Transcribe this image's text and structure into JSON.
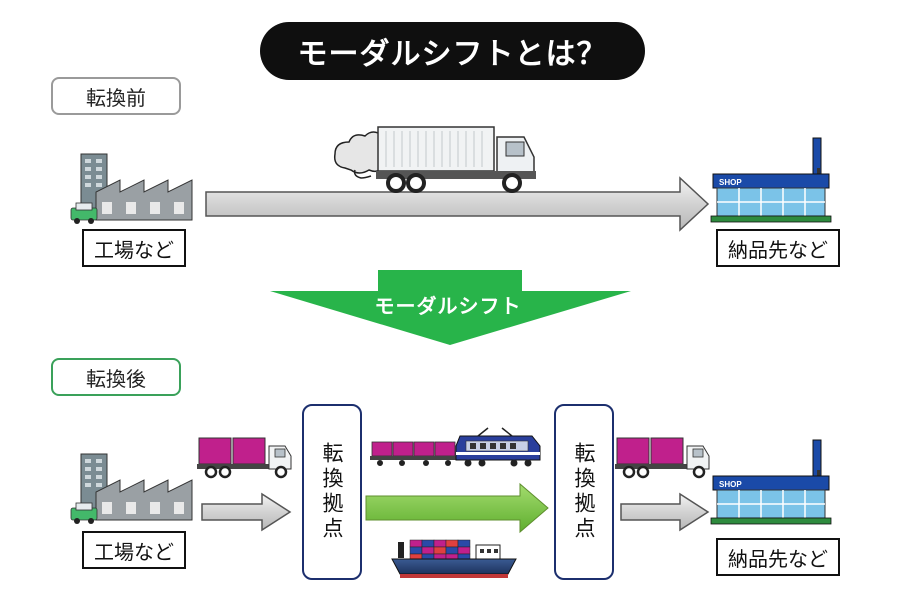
{
  "title": "モーダルシフトとは？",
  "before": {
    "tag": "転換前",
    "origin_label": "工場など",
    "destination_label": "納品先など"
  },
  "transition": {
    "label": "モーダルシフト"
  },
  "after": {
    "tag": "転換後",
    "origin_label": "工場など",
    "hub_left": "転換拠点",
    "hub_right": "転換拠点",
    "destination_label": "納品先など"
  },
  "icons": {
    "shop_sign": "SHOP"
  },
  "colors": {
    "title_bg": "#0f0f0f",
    "tag_before_border": "#9a9a9a",
    "tag_after_border": "#3aa15a",
    "transition_arrow": "#28b44a",
    "rail_sea_arrow": "#7dc846",
    "gray_arrow": "#d4d4d4",
    "hub_border": "#1c2f6e",
    "container_magenta": "#c0208c"
  }
}
